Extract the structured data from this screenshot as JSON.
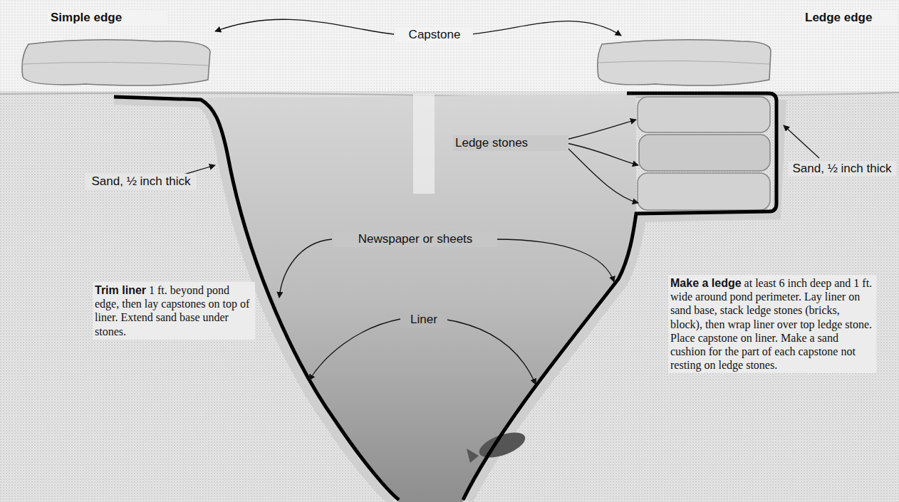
{
  "diagram": {
    "labels": [
      "Simple edge",
      "Ledge edge",
      "Capstone",
      "Ledge stones",
      "Sand, ½ inch thick",
      "Sand, ½ inch thick",
      "Newspaper or sheets",
      "Liner",
      "Trim liner",
      "1 ft. beyond pond edge, then lay capstones on top of liner. Extend sand base under stones.",
      "Make a ledge",
      "at least 6 inch deep and 1 ft. wide around pond perimeter. Lay liner on sand base, stack ledge stones (bricks, block), then wrap liner over top ledge stone. Place capstone on liner. Make a sand cushion for the part of each capstone not resting on ledge stones."
    ]
  }
}
